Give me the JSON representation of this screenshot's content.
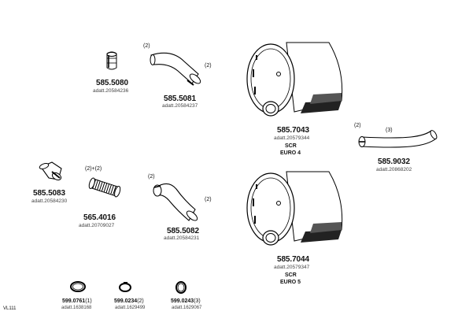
{
  "parts": [
    {
      "id": "p5080",
      "number": "585.5080",
      "ref": "adatt.20584236"
    },
    {
      "id": "p5081",
      "number": "585.5081",
      "ref": "adatt.20584237",
      "qty_a": "(2)",
      "qty_b": "(2)"
    },
    {
      "id": "p7043",
      "number": "585.7043",
      "ref": "adatt.20579344",
      "caption_1": "SCR",
      "caption_2": "EURO 4"
    },
    {
      "id": "p9032",
      "number": "585.9032",
      "ref": "adatt.20868202",
      "qty_a": "(2)",
      "qty_b": "(3)"
    },
    {
      "id": "p5083",
      "number": "585.5083",
      "ref": "adatt.20584230"
    },
    {
      "id": "p4016",
      "number": "565.4016",
      "ref": "adatt.20709027",
      "qty_a": "(2)+(2)"
    },
    {
      "id": "p5082",
      "number": "585.5082",
      "ref": "adatt.20584231",
      "qty_a": "(2)",
      "qty_b": "(2)"
    },
    {
      "id": "p7044",
      "number": "585.7044",
      "ref": "adatt.20579347",
      "caption_1": "SCR",
      "caption_2": "EURO 5"
    }
  ],
  "clamps": [
    {
      "number": "599.0761",
      "qty": "(1)",
      "ref": "adatt.1638168"
    },
    {
      "number": "599.0234",
      "qty": "(2)",
      "ref": "adatt.1629499"
    },
    {
      "number": "599.0243",
      "qty": "(3)",
      "ref": "adatt.1629067"
    }
  ],
  "diagram_code": "VL111"
}
